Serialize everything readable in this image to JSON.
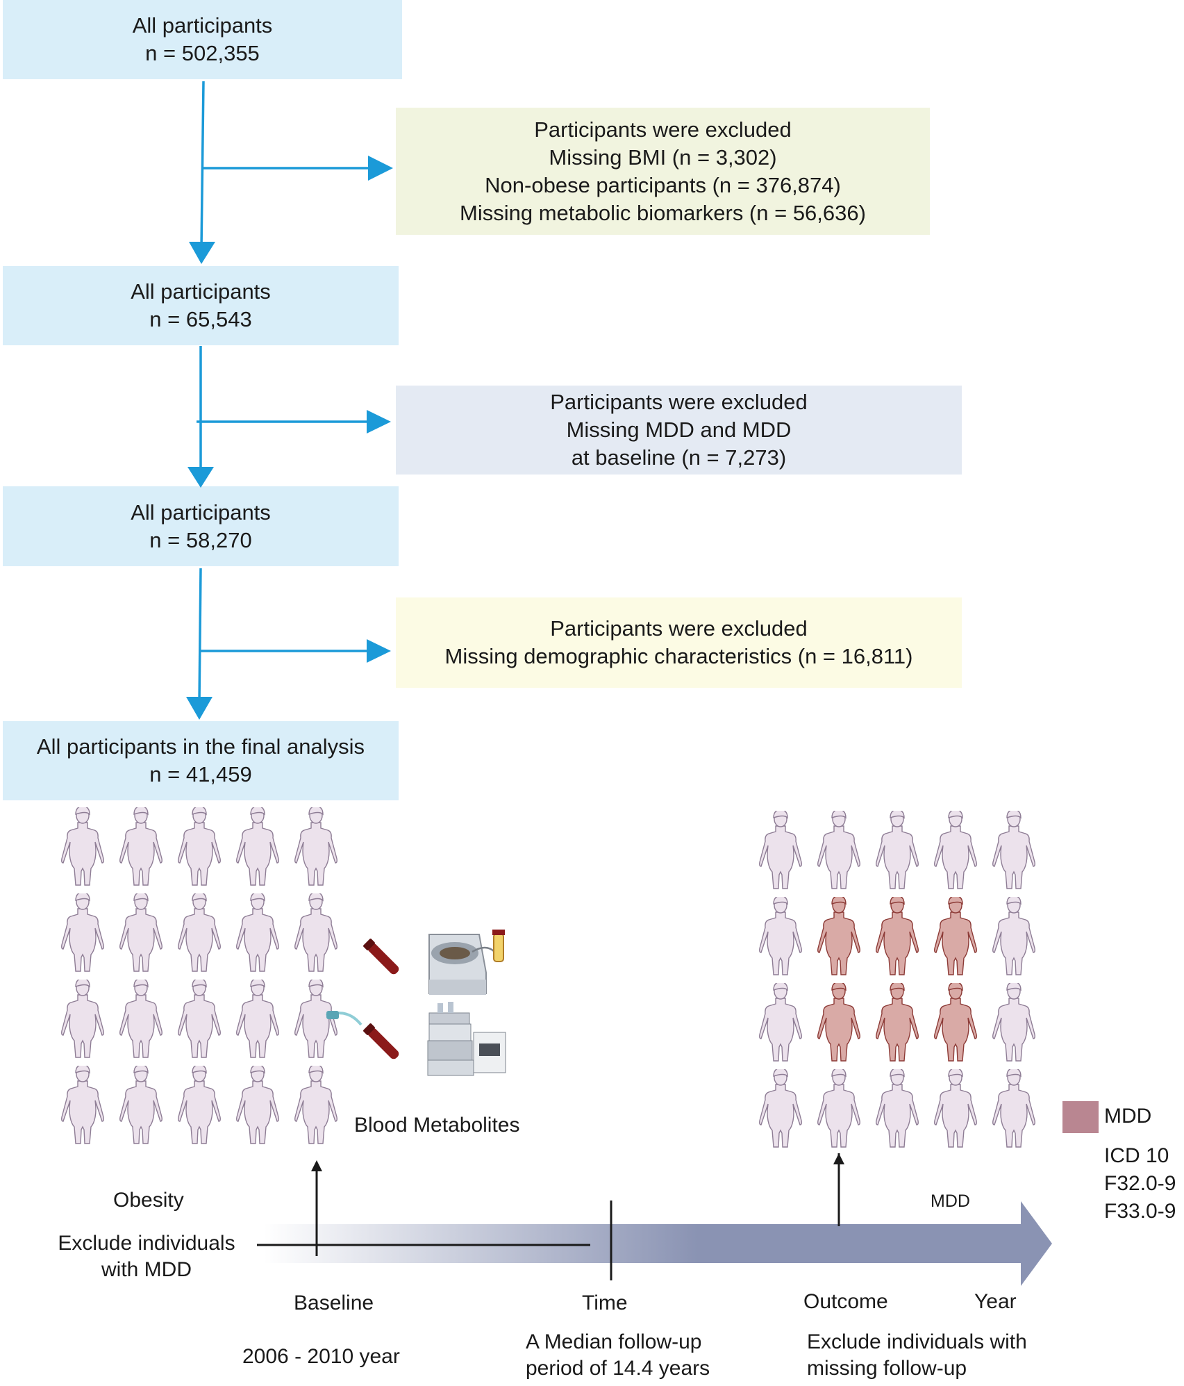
{
  "flow": {
    "box1": {
      "line1": "All participants",
      "line2": "n = 502,355"
    },
    "excl1": {
      "line1": "Participants were excluded",
      "line2": "Missing BMI (n = 3,302)",
      "line3": "Non-obese participants (n = 376,874)",
      "line4": "Missing metabolic biomarkers (n = 56,636)"
    },
    "box2": {
      "line1": "All participants",
      "line2": "n = 65,543"
    },
    "excl2": {
      "line1": "Participants were excluded",
      "line2": "Missing MDD and MDD",
      "line3": "at baseline (n = 7,273)"
    },
    "box3": {
      "line1": "All participants",
      "line2": "n = 58,270"
    },
    "excl3": {
      "line1": "Participants were excluded",
      "line2": "Missing demographic characteristics (n = 16,811)"
    },
    "box4": {
      "line1": "All participants in the final analysis",
      "line2": "n = 41,459"
    }
  },
  "timeline": {
    "blood_metabolites": "Blood Metabolites",
    "obesity": "Obesity",
    "exclude_mdd_line1": "Exclude individuals",
    "exclude_mdd_line2": "with MDD",
    "mdd_arrow_label": "MDD",
    "baseline": "Baseline",
    "time": "Time",
    "outcome": "Outcome",
    "year": "Year",
    "baseline_years": "2006 - 2010 year",
    "followup_line1": "A Median follow-up",
    "followup_line2": "period of 14.4 years",
    "exclude_followup_line1": "Exclude individuals with",
    "exclude_followup_line2": "missing follow-up"
  },
  "legend": {
    "mdd_label": "MDD",
    "icd_line1": "ICD 10",
    "icd_line2": "F32.0-9",
    "icd_line3": "F33.0-9"
  },
  "colors": {
    "arrow": "#1b9ad8",
    "participant_box": "#d9eef9",
    "excl1_box": "#f1f4df",
    "excl2_box": "#e4eaf3",
    "excl3_box": "#fcfbe4",
    "person_healthy": "#ece2ec",
    "person_mdd": "#d9aaa6",
    "timeline_arrow": "#8a93b3",
    "legend_mdd": "#b98691"
  },
  "people": {
    "baseline_grid": {
      "rows": 4,
      "cols": 5,
      "mdd_count": 0
    },
    "outcome_grid": {
      "rows": 4,
      "cols": 5,
      "mdd_count": 6
    }
  }
}
